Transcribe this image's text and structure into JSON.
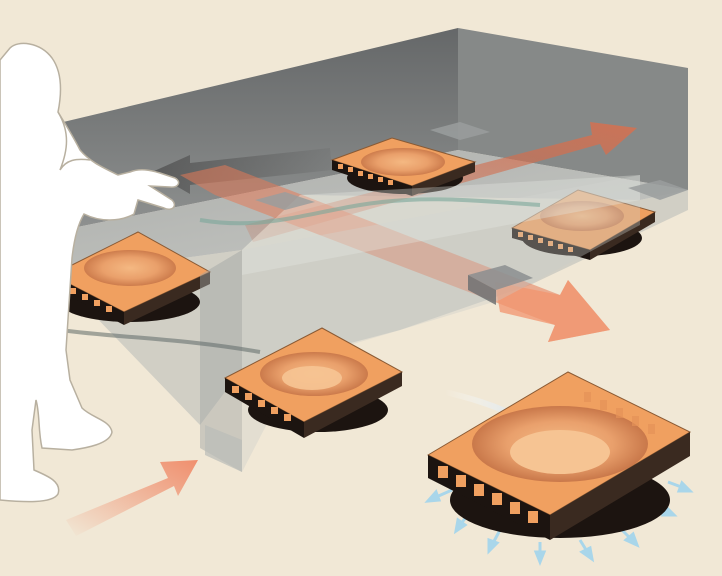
{
  "scene": {
    "background_color": "#f1e8d6",
    "colors": {
      "box_gray": "#6f7274",
      "box_light": "#b9bcba",
      "plate_orange": "#f0a060",
      "plate_dark": "#1c1410",
      "arrow_orange": "#f08a68",
      "arrow_gray": "#6a6a6a",
      "air_jet_blue": "#a9d6ea",
      "hose_green": "#7aa69a",
      "person_fill": "#ffffff",
      "person_outline": "#b8b0a0"
    },
    "elements": {
      "person": "person-silhouette",
      "box": "translucent-box",
      "air_bearing_pads": [
        "air-bearing-pad-back",
        "air-bearing-pad-right",
        "air-bearing-pad-left",
        "air-bearing-pad-front"
      ],
      "enlarged_pad": "air-bearing-pad-detail",
      "arrows": [
        "motion-arrow-right",
        "motion-arrow-left",
        "motion-arrow-diagonal",
        "input-arrow"
      ]
    }
  }
}
